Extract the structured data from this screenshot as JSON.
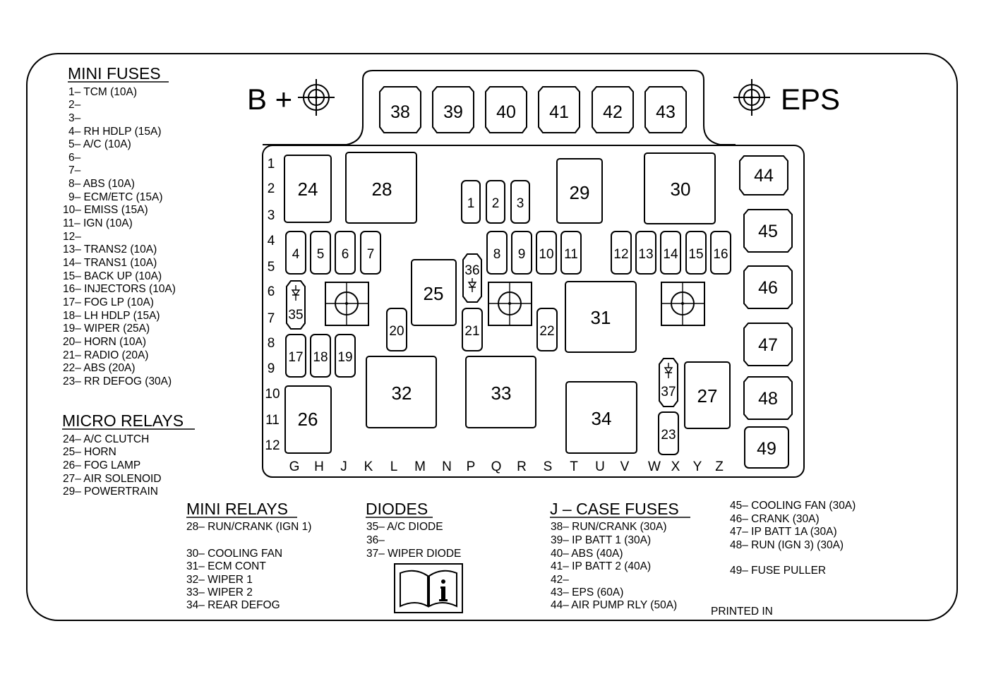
{
  "labels": {
    "b_plus": "B +",
    "eps": "EPS",
    "printed_in": "PRINTED IN"
  },
  "sections": {
    "mini_fuses": {
      "heading": "MINI FUSES",
      "items": [
        "1– TCM (10A)",
        "2–",
        "3–",
        "4– RH HDLP (15A)",
        "5– A/C (10A)",
        "6–",
        "7–",
        "8– ABS (10A)",
        "9– ECM/ETC (15A)",
        "10– EMISS (15A)",
        "11– IGN (10A)",
        "12–",
        "13– TRANS2 (10A)",
        "14– TRANS1 (10A)",
        "15– BACK UP (10A)",
        "16– INJECTORS (10A)",
        "17– FOG LP (10A)",
        "18– LH HDLP (15A)",
        "19– WIPER (25A)",
        "20– HORN (10A)",
        "21– RADIO (20A)",
        "22– ABS (20A)",
        "23– RR DEFOG (30A)"
      ]
    },
    "micro_relays": {
      "heading": "MICRO RELAYS",
      "items": [
        "24– A/C CLUTCH",
        "25– HORN",
        "26– FOG LAMP",
        "27– AIR SOLENOID",
        "29– POWERTRAIN"
      ]
    },
    "mini_relays": {
      "heading": "MINI RELAYS",
      "items": [
        "28– RUN/CRANK (IGN 1)",
        "",
        "30– COOLING FAN",
        "31– ECM CONT",
        "32– WIPER 1",
        "33– WIPER 2",
        "34– REAR DEFOG"
      ]
    },
    "diodes": {
      "heading": "DIODES",
      "items": [
        "35– A/C DIODE",
        "36–",
        "37– WIPER DIODE"
      ]
    },
    "jcase_fuses": {
      "heading": "J – CASE FUSES",
      "items": [
        "38– RUN/CRANK (30A)",
        "39– IP BATT 1 (30A)",
        "40– ABS (40A)",
        "41– IP BATT 2 (40A)",
        "42–",
        "43– EPS (60A)",
        "44– AIR PUMP RLY (50A)"
      ]
    },
    "jcase_more": {
      "items": [
        "45– COOLING FAN (30A)",
        "46– CRANK (30A)",
        "47– IP BATT 1A (30A)",
        "48– RUN (IGN 3) (30A)",
        "",
        "49– FUSE PULLER"
      ]
    }
  },
  "row_labels": [
    "1",
    "2",
    "3",
    "4",
    "5",
    "6",
    "7",
    "8",
    "9",
    "10",
    "11",
    "12"
  ],
  "column_labels": [
    "G",
    "H",
    "J",
    "K",
    "L",
    "M",
    "N",
    "P",
    "Q",
    "R",
    "S",
    "T",
    "U",
    "V",
    "W",
    "X",
    "Y",
    "Z"
  ],
  "components": {
    "c1": "1",
    "c2": "2",
    "c3": "3",
    "c4": "4",
    "c5": "5",
    "c6": "6",
    "c7": "7",
    "c8": "8",
    "c9": "9",
    "c10": "10",
    "c11": "11",
    "c12": "12",
    "c13": "13",
    "c14": "14",
    "c15": "15",
    "c16": "16",
    "c17": "17",
    "c18": "18",
    "c19": "19",
    "c20": "20",
    "c21": "21",
    "c22": "22",
    "c23": "23",
    "c24": "24",
    "c25": "25",
    "c26": "26",
    "c27": "27",
    "c28": "28",
    "c29": "29",
    "c30": "30",
    "c31": "31",
    "c32": "32",
    "c33": "33",
    "c34": "34",
    "c35": "35",
    "c36": "36",
    "c37": "37",
    "c38": "38",
    "c39": "39",
    "c40": "40",
    "c41": "41",
    "c42": "42",
    "c43": "43",
    "c44": "44",
    "c45": "45",
    "c46": "46",
    "c47": "47",
    "c48": "48",
    "c49": "49"
  },
  "icons": [
    "stud-terminal-icon",
    "owner-manual-info-icon",
    "diode-symbol-icon"
  ]
}
